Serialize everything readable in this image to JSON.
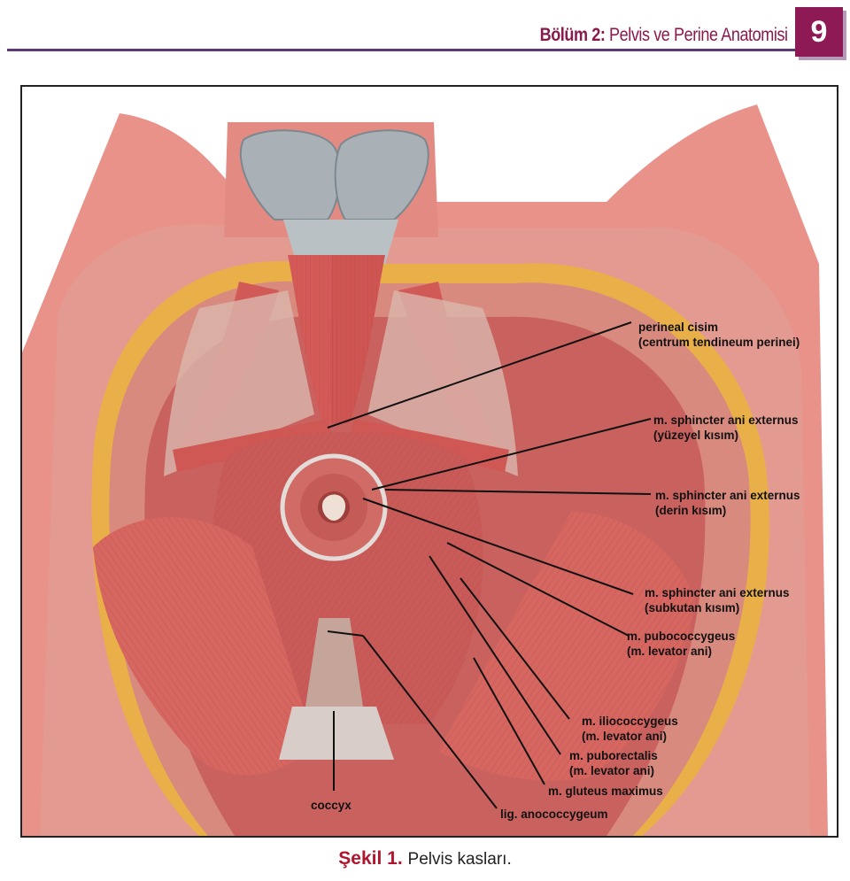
{
  "header": {
    "chapter_label": "Bölüm 2:",
    "chapter_title": "Pelvis ve Perine Anatomisi",
    "page_number": "9"
  },
  "figure": {
    "labels": {
      "perineal_1": "perineal cisim",
      "perineal_2": "(centrum tendineum perinei)",
      "superficial_1": "m. sphincter ani externus",
      "superficial_2": "(yüzeyel kısım)",
      "deep_1": "m. sphincter ani externus",
      "deep_2": "(derin kısım)",
      "subcutaneous_1": "m. sphincter ani externus",
      "subcutaneous_2": "(subkutan kısım)",
      "pubococcygeus_1": "m. pubococcygeus",
      "pubococcygeus_2": "(m. levator ani)",
      "iliococcygeus_1": "m. iliococcygeus",
      "iliococcygeus_2": "(m. levator ani)",
      "puborectalis_1": "m. puborectalis",
      "puborectalis_2": "(m. levator ani)",
      "gluteus": "m. gluteus maximus",
      "coccyx": "coccyx",
      "anococcygeum": "lig. anococcygeum"
    }
  },
  "caption": {
    "label": "Şekil 1.",
    "text": "Pelvis kasları."
  }
}
